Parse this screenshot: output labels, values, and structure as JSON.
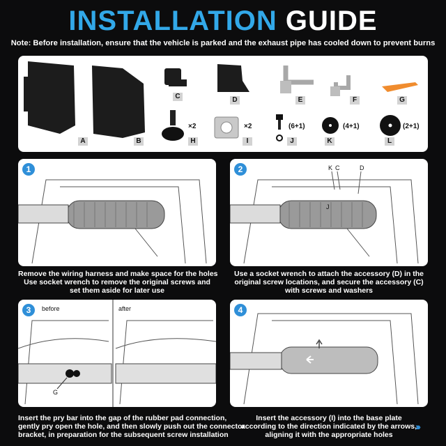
{
  "title": {
    "part1": "INSTALLATION",
    "part2": "GUIDE"
  },
  "note": "Note: Before installation, ensure that the vehicle is parked and the exhaust pipe has cooled down to prevent burns",
  "parts": [
    {
      "label": "A"
    },
    {
      "label": "B"
    },
    {
      "label": "C"
    },
    {
      "label": "D"
    },
    {
      "label": "E"
    },
    {
      "label": "F"
    },
    {
      "label": "G"
    },
    {
      "label": "H",
      "qty": "×2"
    },
    {
      "label": "I",
      "qty": "×2"
    },
    {
      "label": "J",
      "qty": "(6+1)"
    },
    {
      "label": "K",
      "qty": "(4+1)"
    },
    {
      "label": "L",
      "qty": "(2+1)"
    }
  ],
  "steps": [
    {
      "num": "1",
      "lines": [
        "Remove the wiring harness and make space for the holes",
        "Use socket wrench to remove the original screws and",
        "set them aside for later use"
      ]
    },
    {
      "num": "2",
      "lines": [
        "Use a socket wrench to attach the accessory (D) in the",
        "original screw locations, and secure the accessory (C)",
        "with screws and washers"
      ],
      "labels": {
        "k": "K",
        "c": "C",
        "d": "D",
        "j": "J"
      }
    },
    {
      "num": "3",
      "lines": [
        "Insert the pry bar into the gap of the rubber pad connection,",
        "gently pry open the hole, and then slowly push out the connector",
        "bracket, in preparation for the subsequent screw installation"
      ],
      "labels": {
        "before": "before",
        "after": "after",
        "g": "G"
      }
    },
    {
      "num": "4",
      "lines": [
        "Insert the accessory (I) into the base plate",
        "according to the direction indicated by the arrows,",
        "aligning it with the appropriate holes"
      ]
    }
  ],
  "nav_arrows": "›››"
}
